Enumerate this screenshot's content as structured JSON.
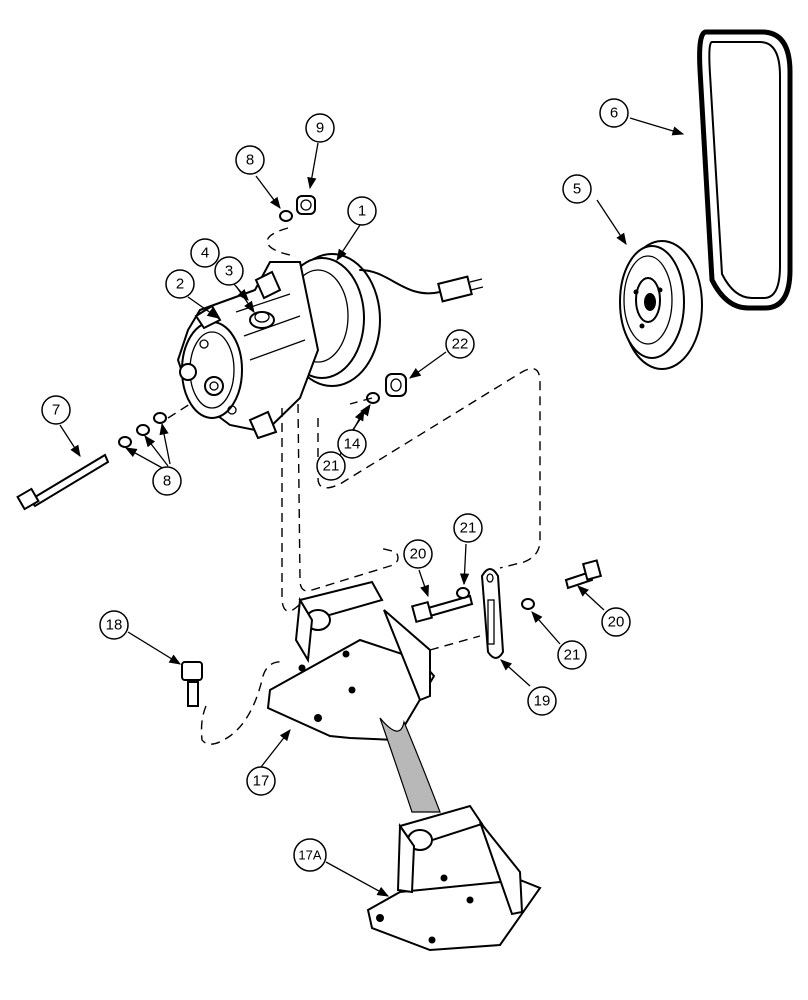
{
  "diagram": {
    "callouts": [
      "1",
      "2",
      "3",
      "4",
      "5",
      "6",
      "7",
      "8",
      "8",
      "8",
      "9",
      "14",
      "17",
      "17A",
      "18",
      "19",
      "20",
      "20",
      "21",
      "21",
      "21",
      "22"
    ]
  }
}
